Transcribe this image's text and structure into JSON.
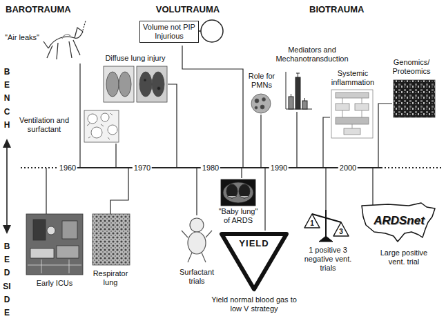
{
  "diagram": {
    "nodes": [
      {
        "text": [
          "Volume not PIP Injurious"
        ]
      },
      {
        "text": [
          "YIELD"
        ]
      },
      {
        "text": [
          "1"
        ]
      },
      {
        "text": [
          "3"
        ]
      },
      {
        "text": [
          "ARDSnet"
        ]
      }
    ],
    "labels": [
      "BAROTRAUMA",
      "VOLUTRAUMA",
      "BIOTRAUMA",
      "BENCH",
      "\"Air leaks\"",
      "Diffuse lung injury",
      "Role for PMNs",
      "Mediators and Mechanotransduction",
      "Systemic inflammation",
      "Genomics/ Proteomics",
      "Ventilation and surfactant",
      "1960",
      "1970",
      "1980",
      "1990",
      "2000",
      "BEDSIDE",
      "\"Baby lung\" of ARDS",
      "Early ICUs",
      "Respirator lung",
      "Surfactant trials",
      "1 positive 3 negative vent. trials",
      "Large positive vent. trial",
      "Yield normal blood gas to low V strategy"
    ]
  }
}
